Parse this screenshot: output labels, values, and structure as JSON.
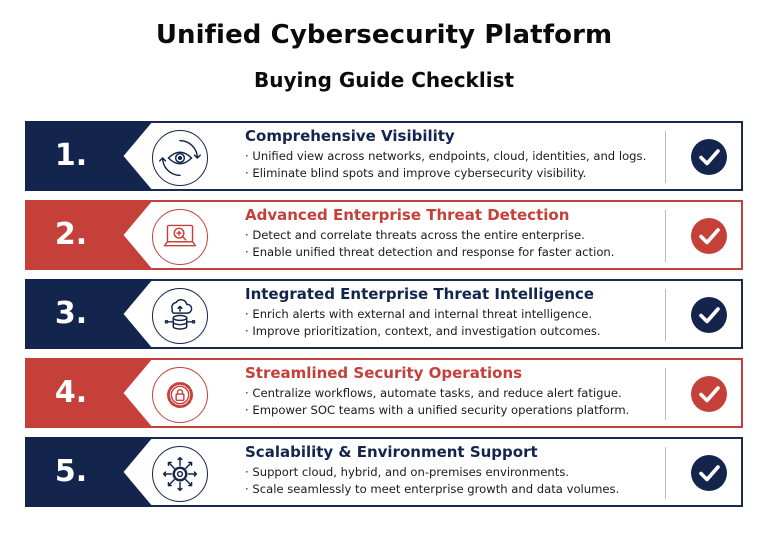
{
  "title": "Unified Cybersecurity Platform",
  "subtitle": "Buying Guide Checklist",
  "colors": {
    "navy": "#13254d",
    "red": "#c6403a"
  },
  "items": [
    {
      "number": "1.",
      "heading": "Comprehensive Visibility",
      "bullets": [
        "· Unified view across networks, endpoints, cloud, identities, and logs.",
        "· Eliminate blind spots and improve cybersecurity visibility."
      ],
      "icon": "eye-icon",
      "theme": "navy"
    },
    {
      "number": "2.",
      "heading": "Advanced Enterprise Threat Detection",
      "bullets": [
        "· Detect and correlate threats across the entire enterprise.",
        "· Enable unified threat detection and response for faster action."
      ],
      "icon": "laptop-magnifier-icon",
      "theme": "red"
    },
    {
      "number": "3.",
      "heading": "Integrated Enterprise Threat Intelligence",
      "bullets": [
        "· Enrich alerts with external and internal threat intelligence.",
        "· Improve prioritization, context, and investigation outcomes."
      ],
      "icon": "cloud-database-icon",
      "theme": "navy"
    },
    {
      "number": "4.",
      "heading": "Streamlined Security Operations",
      "bullets": [
        "· Centralize workflows, automate tasks, and reduce alert fatigue.",
        "· Empower SOC teams with a unified security operations platform."
      ],
      "icon": "gear-lock-icon",
      "theme": "red"
    },
    {
      "number": "5.",
      "heading": "Scalability & Environment Support",
      "bullets": [
        "· Support cloud, hybrid, and on-premises environments.",
        "· Scale seamlessly to meet enterprise growth and data volumes."
      ],
      "icon": "gear-expand-icon",
      "theme": "navy"
    }
  ]
}
